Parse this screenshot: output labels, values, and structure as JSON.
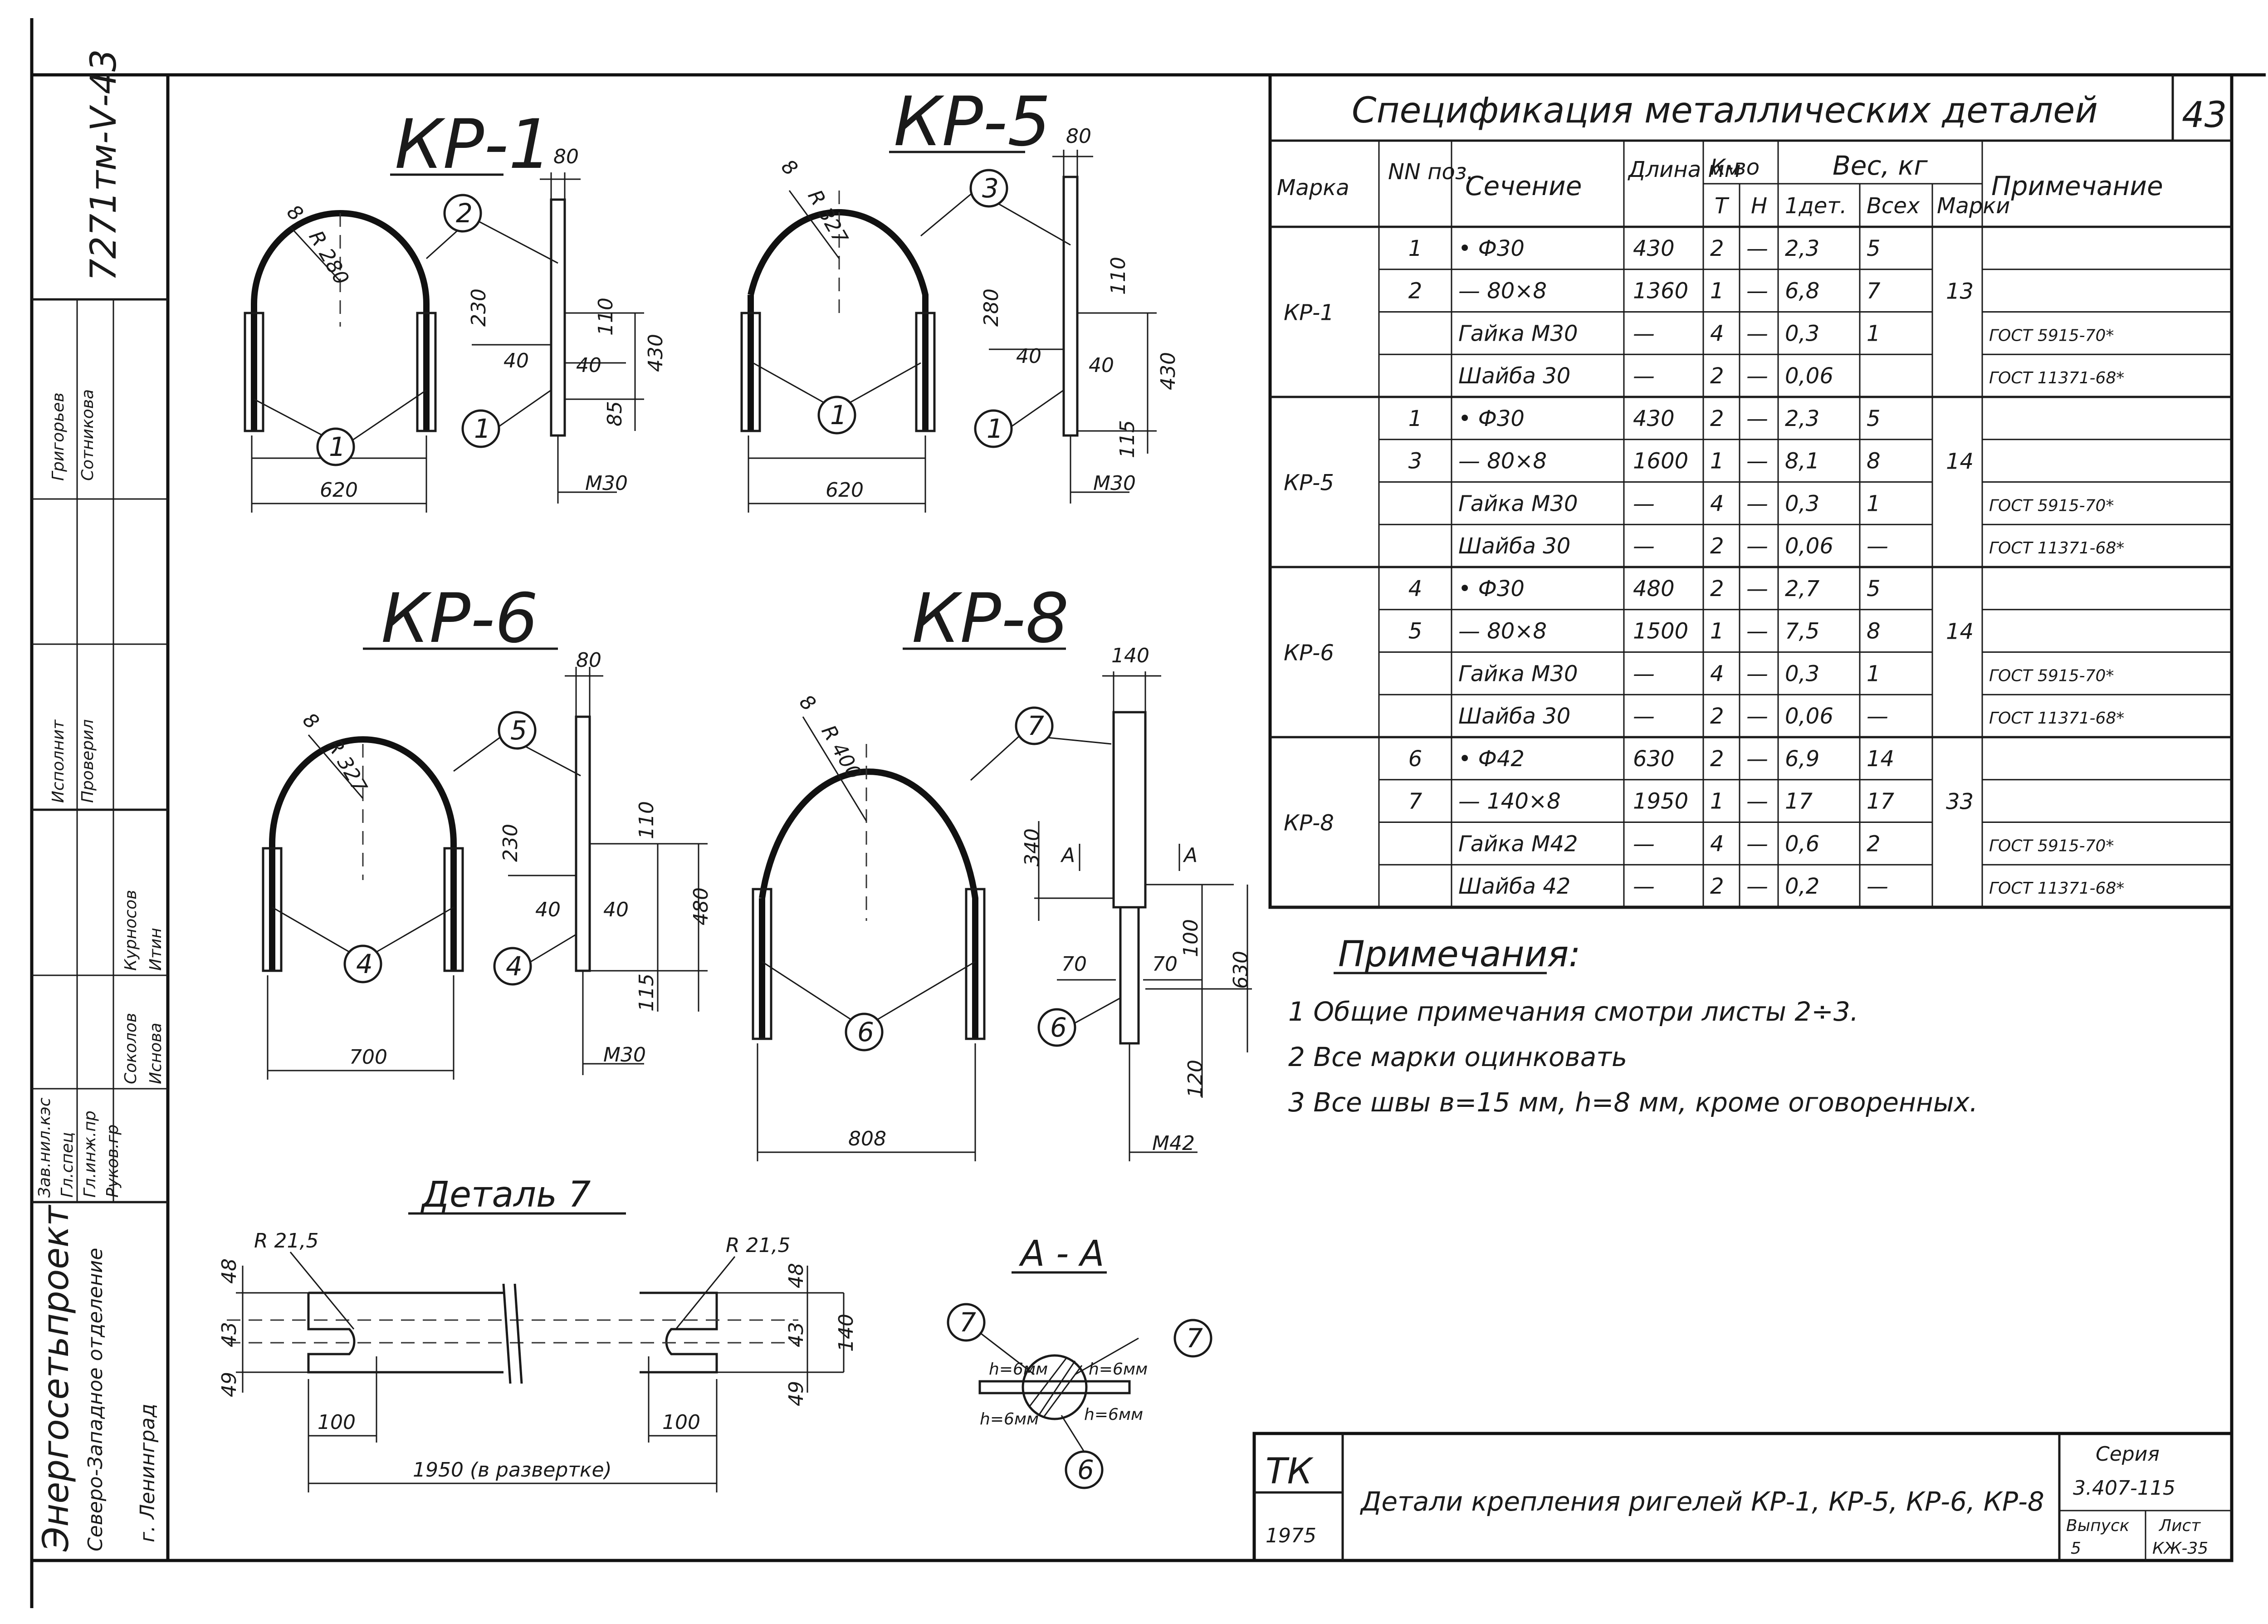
{
  "stamp": {
    "drawing_number": "7271тм-Ⅴ-43",
    "org_name": "Энергосетьпроект",
    "org_division": "Северо-Западное отделение",
    "org_city": "г. Ленинград",
    "roles": [
      "Исполнит",
      "Проверил",
      "Зав.нил.кэс",
      "Гл.спец",
      "Гл.инж.пр",
      "Руков.гр"
    ],
    "names": [
      "Григорьев",
      "Сотникова",
      "Курносов",
      "Итин",
      "Соколов",
      "Иснова"
    ]
  },
  "views": {
    "kp1": {
      "title": "КР-1",
      "radius": "R 280",
      "thick": "8",
      "width": "620",
      "strip_w": "80",
      "d1": "230",
      "d2": "110",
      "d3": "430",
      "d4": "85",
      "side_a": "40",
      "side_b": "40",
      "thread": "М30",
      "pos_a": "1",
      "pos_b": "2",
      "pos_c": "1"
    },
    "kp5": {
      "title": "КР-5",
      "radius": "R 327",
      "thick": "8",
      "width": "620",
      "strip_w": "80",
      "d1": "280",
      "d2": "110",
      "d3": "430",
      "d4": "115",
      "side_a": "40",
      "side_b": "40",
      "thread": "М30",
      "pos_a": "1",
      "pos_b": "3",
      "pos_c": "1"
    },
    "kp6": {
      "title": "КР-6",
      "radius": "R 327",
      "thick": "8",
      "width": "700",
      "strip_w": "80",
      "d1": "230",
      "d2": "110",
      "d3": "480",
      "d4": "115",
      "side_a": "40",
      "side_b": "40",
      "thread": "М30",
      "pos_a": "4",
      "pos_b": "5",
      "pos_c": "4"
    },
    "kp8": {
      "title": "КР-8",
      "radius": "R 400",
      "thick": "8",
      "width": "808",
      "strip_w": "140",
      "d1": "340",
      "d2": "100",
      "d3": "630",
      "d4": "120",
      "side_a": "70",
      "side_b": "70",
      "thread": "М42",
      "pos_a": "6",
      "pos_b": "7",
      "pos_c": "6",
      "section_mark": "А"
    }
  },
  "detail7": {
    "title": "Деталь 7",
    "r_left": "R 21,5",
    "r_right": "R 21,5",
    "d48": "48",
    "d43": "43",
    "d49": "49",
    "d140": "140",
    "len_left": "100",
    "len_right": "100",
    "total": "1950 (в развертке)"
  },
  "section_aa": {
    "title": "А - А",
    "weld_tl": "h=6мм",
    "weld_tr": "h=6мм",
    "weld_bl": "h=6мм",
    "weld_br": "h=6мм",
    "pos_left": "7",
    "pos_right": "7",
    "pos_bottom": "6"
  },
  "spec": {
    "title": "Спецификация металлических деталей",
    "sheet_no": "43",
    "headers": {
      "mark": "Марка",
      "pos": "NN поз.",
      "section": "Сечение",
      "length": "Длина мм",
      "qty": "К-во",
      "t": "Т",
      "n": "Н",
      "weight": "Вес, кг",
      "one": "1дет.",
      "all": "Всех",
      "marks": "Марки",
      "note": "Примечание"
    },
    "groups": [
      {
        "mark": "КР-1",
        "total": "13",
        "rows": [
          [
            "1",
            "• Ф30",
            "430",
            "2",
            "—",
            "2,3",
            "5",
            ""
          ],
          [
            "2",
            "— 80×8",
            "1360",
            "1",
            "—",
            "6,8",
            "7",
            ""
          ],
          [
            "",
            "Гайка М30",
            "—",
            "4",
            "—",
            "0,3",
            "1",
            "ГОСТ 5915-70*"
          ],
          [
            "",
            "Шайба 30",
            "—",
            "2",
            "—",
            "0,06",
            "",
            "ГОСТ 11371-68*"
          ]
        ]
      },
      {
        "mark": "КР-5",
        "total": "14",
        "rows": [
          [
            "1",
            "• Ф30",
            "430",
            "2",
            "—",
            "2,3",
            "5",
            ""
          ],
          [
            "3",
            "— 80×8",
            "1600",
            "1",
            "—",
            "8,1",
            "8",
            ""
          ],
          [
            "",
            "Гайка М30",
            "—",
            "4",
            "—",
            "0,3",
            "1",
            "ГОСТ 5915-70*"
          ],
          [
            "",
            "Шайба 30",
            "—",
            "2",
            "—",
            "0,06",
            "—",
            "ГОСТ 11371-68*"
          ]
        ]
      },
      {
        "mark": "КР-6",
        "total": "14",
        "rows": [
          [
            "4",
            "• Ф30",
            "480",
            "2",
            "—",
            "2,7",
            "5",
            ""
          ],
          [
            "5",
            "— 80×8",
            "1500",
            "1",
            "—",
            "7,5",
            "8",
            ""
          ],
          [
            "",
            "Гайка М30",
            "—",
            "4",
            "—",
            "0,3",
            "1",
            "ГОСТ 5915-70*"
          ],
          [
            "",
            "Шайба 30",
            "—",
            "2",
            "—",
            "0,06",
            "—",
            "ГОСТ 11371-68*"
          ]
        ]
      },
      {
        "mark": "КР-8",
        "total": "33",
        "rows": [
          [
            "6",
            "• Ф42",
            "630",
            "2",
            "—",
            "6,9",
            "14",
            ""
          ],
          [
            "7",
            "— 140×8",
            "1950",
            "1",
            "—",
            "17",
            "17",
            ""
          ],
          [
            "",
            "Гайка М42",
            "—",
            "4",
            "—",
            "0,6",
            "2",
            "ГОСТ 5915-70*"
          ],
          [
            "",
            "Шайба 42",
            "—",
            "2",
            "—",
            "0,2",
            "—",
            "ГОСТ 11371-68*"
          ]
        ]
      }
    ]
  },
  "notes": {
    "title": "Примечания:",
    "items": [
      "1 Общие примечания смотри листы 2÷3.",
      "2 Все марки оцинковать",
      "3 Все швы в=15 мм, h=8 мм, кроме оговоренных."
    ]
  },
  "title_block": {
    "code": "ТК",
    "year": "1975",
    "title": "Детали крепления ригелей КР-1, КР-5, КР-6, КР-8",
    "series_label": "Серия",
    "series": "3.407-115",
    "issue_label": "Выпуск",
    "issue": "5",
    "sheet_label": "Лист",
    "sheet": "КЖ-35"
  }
}
